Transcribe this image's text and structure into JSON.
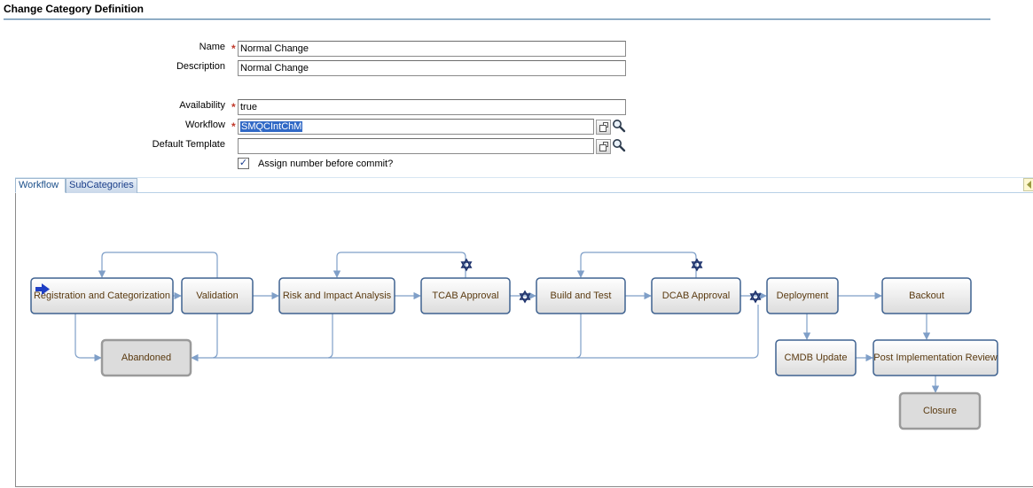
{
  "page": {
    "title": "Change Category Definition"
  },
  "form": {
    "name_label": "Name",
    "name_value": "Normal Change",
    "description_label": "Description",
    "description_value": "Normal Change",
    "availability_label": "Availability",
    "availability_value": "true",
    "workflow_label": "Workflow",
    "workflow_value": "SMQCIntChM",
    "template_label": "Default Template",
    "template_value": "",
    "assign_label": "Assign number before commit?",
    "assign_checked": true,
    "required_mark": "*"
  },
  "tabs": [
    {
      "label": "Workflow",
      "active": true
    },
    {
      "label": "SubCategories",
      "active": false
    }
  ],
  "workflow": {
    "nodes": [
      {
        "id": "registration",
        "label": "Registration and Categorization"
      },
      {
        "id": "validation",
        "label": "Validation"
      },
      {
        "id": "risk",
        "label": "Risk and Impact Analysis"
      },
      {
        "id": "tcab",
        "label": "TCAB Approval"
      },
      {
        "id": "build",
        "label": "Build and Test"
      },
      {
        "id": "dcab",
        "label": "DCAB Approval"
      },
      {
        "id": "deployment",
        "label": "Deployment"
      },
      {
        "id": "backout",
        "label": "Backout"
      },
      {
        "id": "abandoned",
        "label": "Abandoned"
      },
      {
        "id": "cmdb",
        "label": "CMDB Update"
      },
      {
        "id": "pir",
        "label": "Post Implementation Review"
      },
      {
        "id": "closure",
        "label": "Closure"
      }
    ]
  },
  "colors": {
    "accent": "#3f6290",
    "edge": "#7f9fc8",
    "node_text": "#5a3a10",
    "selection": "#3169c6"
  }
}
